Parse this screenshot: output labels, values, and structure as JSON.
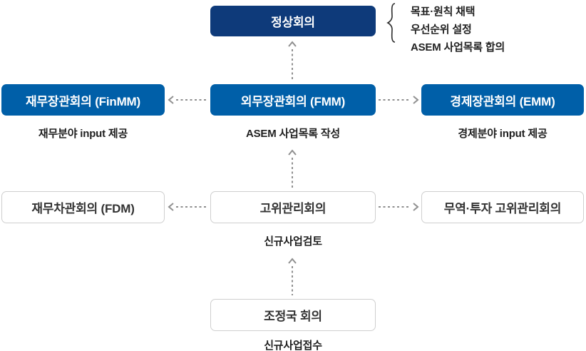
{
  "colors": {
    "summit_navy": "#0e3a7a",
    "ministerial_blue": "#005fa8",
    "outline_border": "#cfcfcf",
    "arrow_gray": "#8f8f8f",
    "text_dark": "#222222"
  },
  "diagram": {
    "summit": {
      "label": "정상회의",
      "notes": [
        "목표·원칙 채택",
        "우선순위 설정",
        "ASEM 사업목록 합의"
      ]
    },
    "ministerial": {
      "left": {
        "label": "재무장관회의 (FinMM)",
        "caption": "재무분야 input 제공"
      },
      "center": {
        "label": "외무장관회의 (FMM)",
        "caption": "ASEM 사업목록 작성"
      },
      "right": {
        "label": "경제장관회의 (EMM)",
        "caption": "경제분야 input 제공"
      }
    },
    "senior": {
      "left": {
        "label": "재무차관회의 (FDM)"
      },
      "center": {
        "label": "고위관리회의",
        "caption": "신규사업검토"
      },
      "right": {
        "label": "무역·투자 고위관리회의"
      }
    },
    "coordinator": {
      "label": "조정국 회의",
      "caption": "신규사업접수"
    }
  }
}
